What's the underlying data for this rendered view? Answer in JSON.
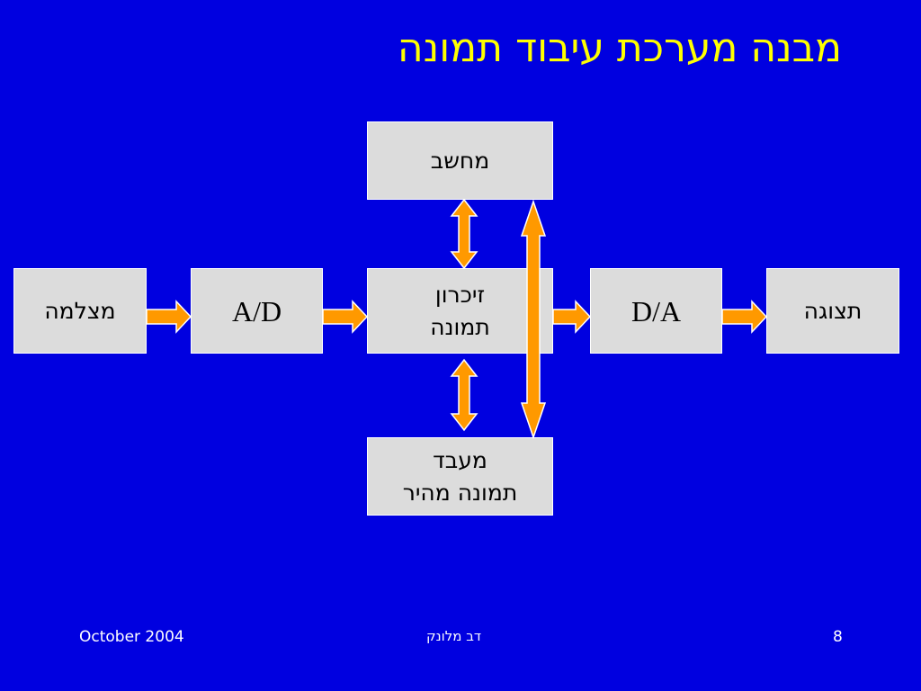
{
  "title": "מבנה מערכת עיבוד תמונה",
  "boxes": {
    "computer": "מחשב",
    "camera": "מצלמה",
    "ad": "A/D",
    "memory_line1": "זיכרון",
    "memory_line2": "תמונה",
    "da": "D/A",
    "display": "תצוגה",
    "processor_line1": "מעבד",
    "processor_line2": "תמונה מהיר"
  },
  "colors": {
    "background": "#0000e0",
    "title": "#ffff00",
    "box_fill": "#dcdcdc",
    "arrow_fill": "#ff9900",
    "arrow_outline": "#ffffff",
    "footer_text": "#ffffff"
  },
  "footer": {
    "date": "October 2004",
    "author": "דב מלונק",
    "page": "8"
  }
}
